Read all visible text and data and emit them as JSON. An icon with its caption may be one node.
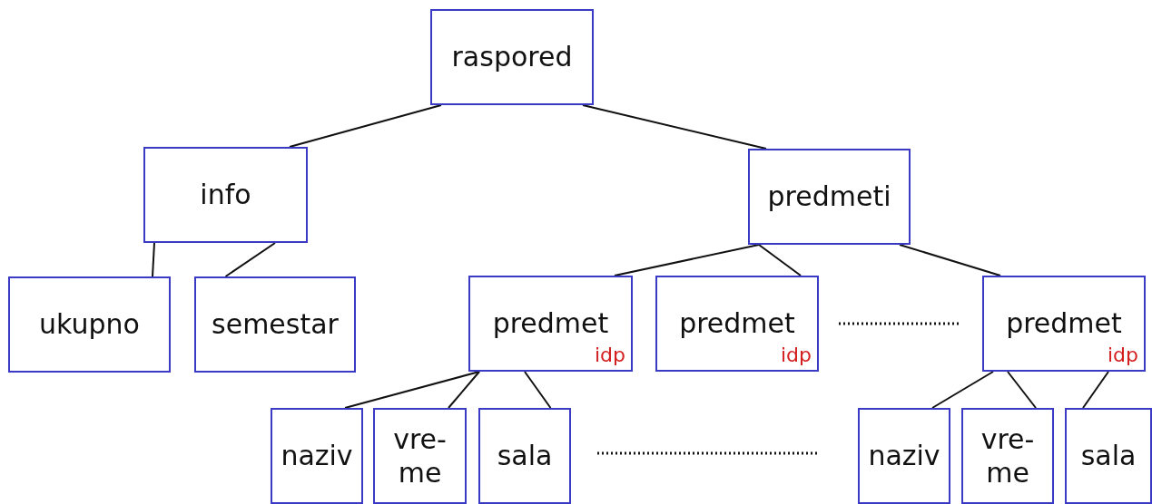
{
  "diagram": {
    "nodes": [
      {
        "text": [
          "raspored"
        ]
      },
      {
        "text": [
          "info"
        ]
      },
      {
        "text": [
          "predmeti"
        ]
      },
      {
        "text": [
          "ukupno"
        ]
      },
      {
        "text": [
          "semestar"
        ]
      },
      {
        "text": [
          "predmet",
          "idp"
        ]
      },
      {
        "text": [
          "predmet",
          "idp"
        ]
      },
      {
        "text": [
          "predmet",
          "idp"
        ]
      },
      {
        "text": [
          "naziv"
        ]
      },
      {
        "text": [
          "vre- me"
        ]
      },
      {
        "text": [
          "sala"
        ]
      },
      {
        "text": [
          "naziv"
        ]
      },
      {
        "text": [
          "vre- me"
        ]
      },
      {
        "text": [
          "sala"
        ]
      }
    ],
    "edges": [
      {
        "from": 0,
        "to": 1,
        "arrow": "none"
      },
      {
        "from": 0,
        "to": 2,
        "arrow": "none"
      },
      {
        "from": 1,
        "to": 3,
        "arrow": "none"
      },
      {
        "from": 1,
        "to": 4,
        "arrow": "none"
      },
      {
        "from": 2,
        "to": 5,
        "arrow": "none"
      },
      {
        "from": 2,
        "to": 6,
        "arrow": "none"
      },
      {
        "from": 2,
        "to": 7,
        "arrow": "none"
      },
      {
        "from": 5,
        "to": 8,
        "arrow": "none"
      },
      {
        "from": 5,
        "to": 9,
        "arrow": "none"
      },
      {
        "from": 5,
        "to": 10,
        "arrow": "none"
      },
      {
        "from": 7,
        "to": 11,
        "arrow": "none"
      },
      {
        "from": 7,
        "to": 12,
        "arrow": "none"
      },
      {
        "from": 7,
        "to": 13,
        "arrow": "none"
      }
    ]
  }
}
